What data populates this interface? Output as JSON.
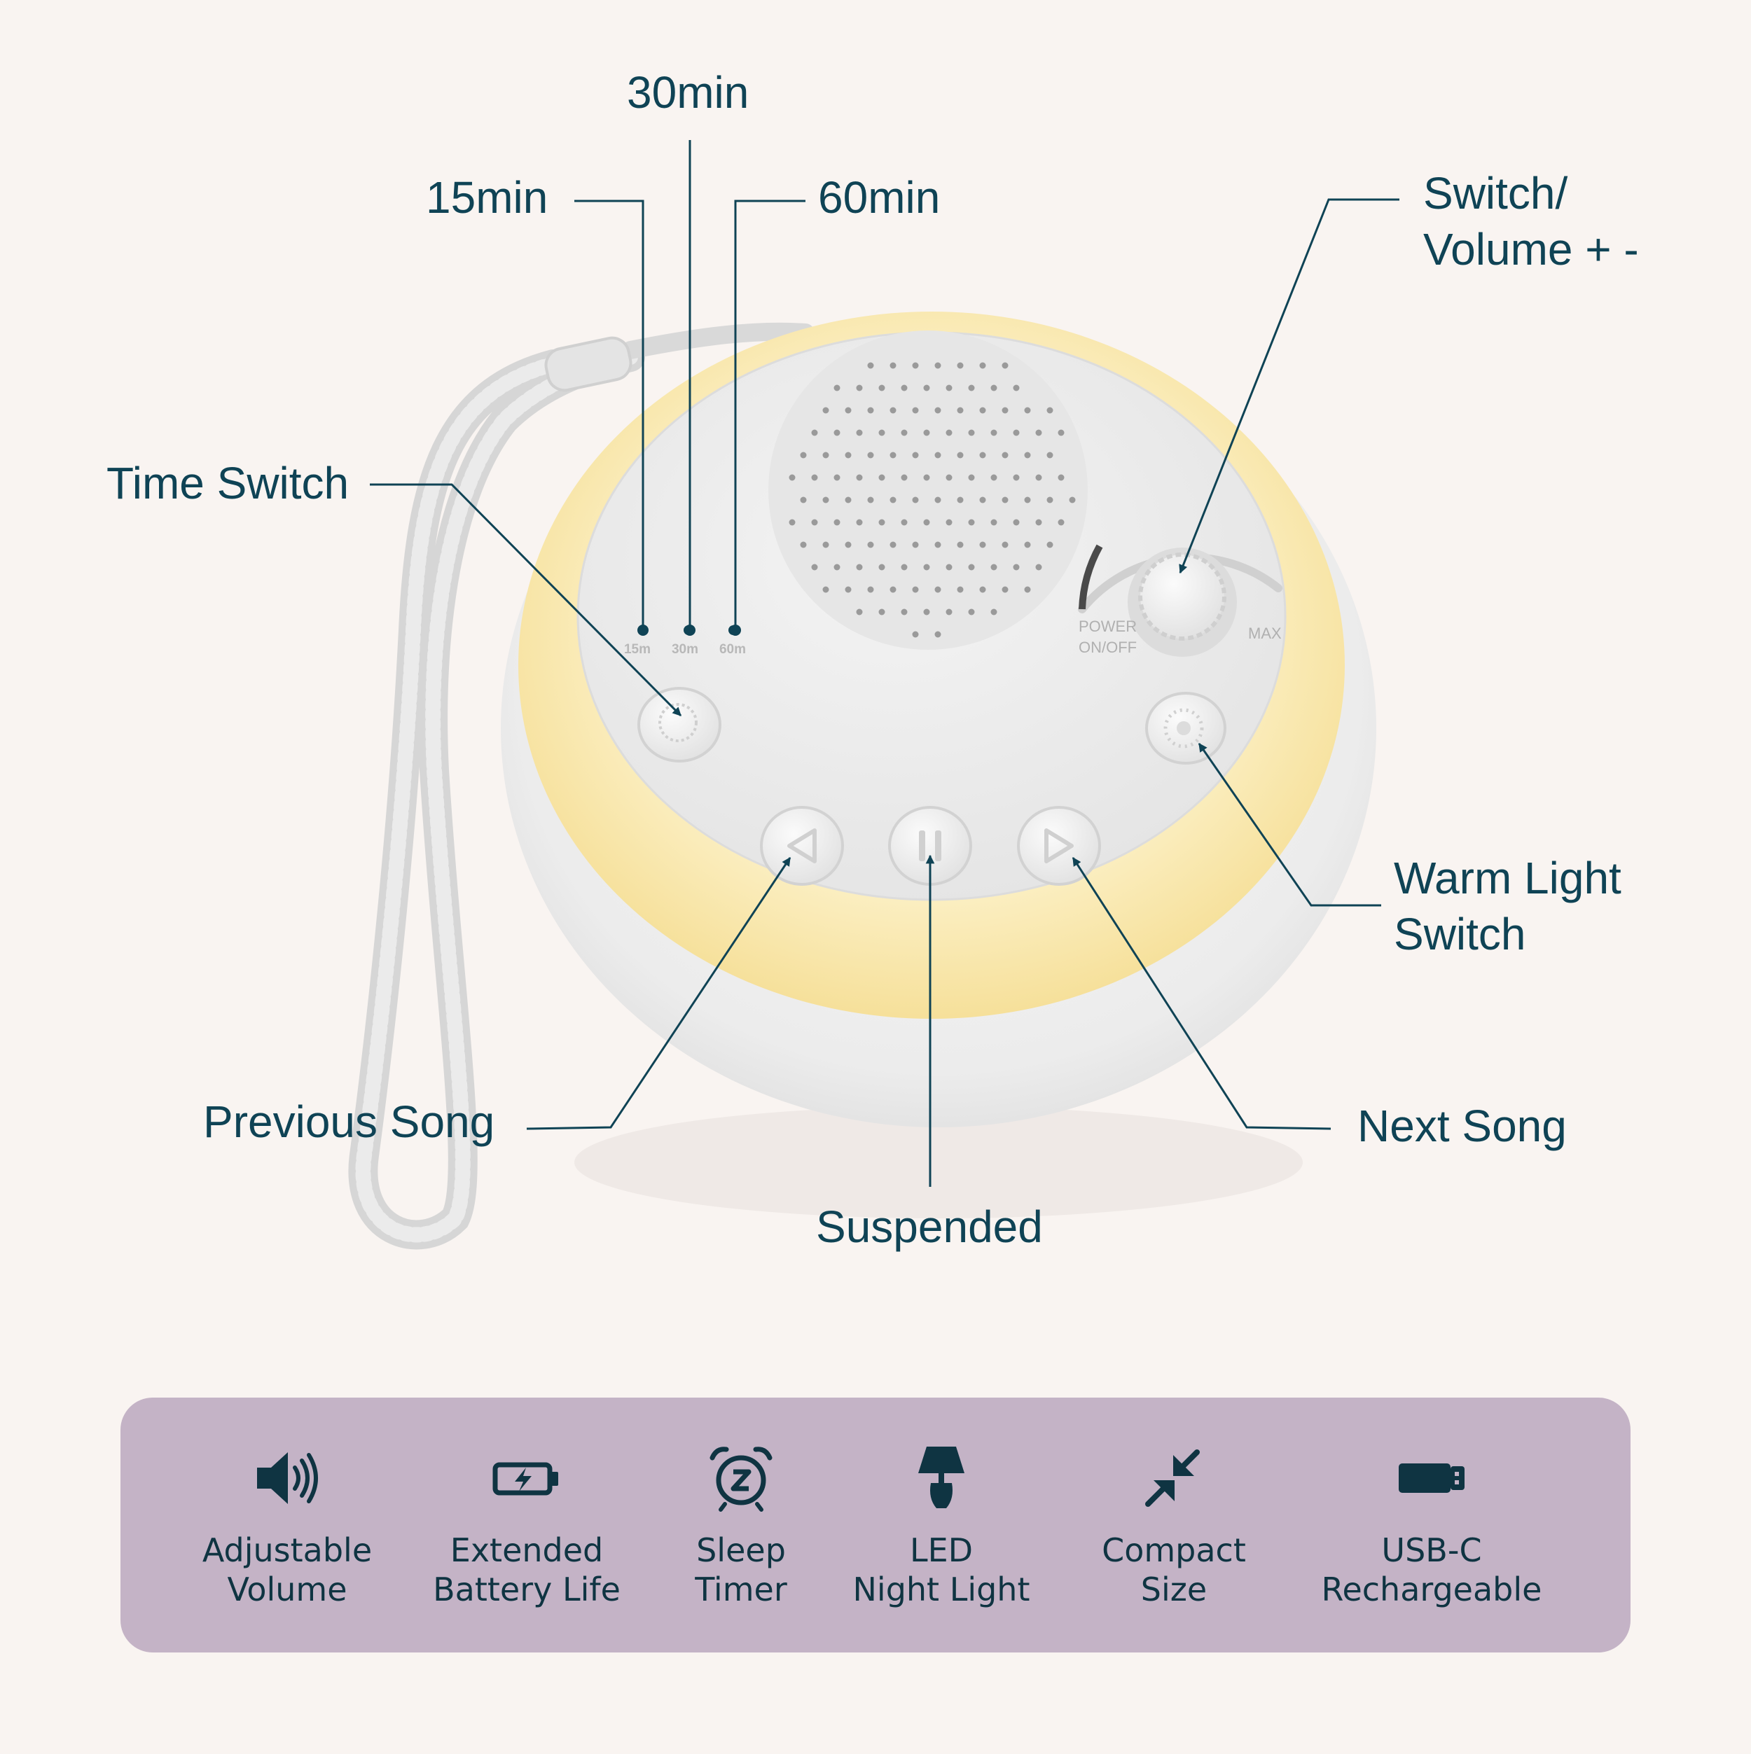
{
  "device": {
    "timer_labels": [
      "15m",
      "30m",
      "60m"
    ],
    "dial_left_label": "POWER\nON/OFF",
    "dial_right_label": "MAX"
  },
  "callouts": {
    "min15": "15min",
    "min30": "30min",
    "min60": "60min",
    "switch_volume": "Switch/\nVolume + -",
    "time_switch": "Time Switch",
    "warm_light_switch": "Warm Light\nSwitch",
    "previous_song": "Previous Song",
    "next_song": "Next Song",
    "suspended": "Suspended"
  },
  "features": [
    {
      "icon": "speaker-volume-icon",
      "label": "Adjustable\nVolume"
    },
    {
      "icon": "battery-charging-icon",
      "label": "Extended\nBattery Life"
    },
    {
      "icon": "alarm-clock-icon",
      "label": "Sleep\nTimer"
    },
    {
      "icon": "night-lamp-icon",
      "label": "LED\nNight Light"
    },
    {
      "icon": "compress-arrows-icon",
      "label": "Compact\nSize"
    },
    {
      "icon": "usb-c-plug-icon",
      "label": "USB-C\nRechargeable"
    }
  ],
  "colors": {
    "background": "#f9f4f1",
    "text": "#0f4355",
    "panel": "#c4b3c6",
    "icon": "#0f3442",
    "ring": "#f6e4a4"
  }
}
